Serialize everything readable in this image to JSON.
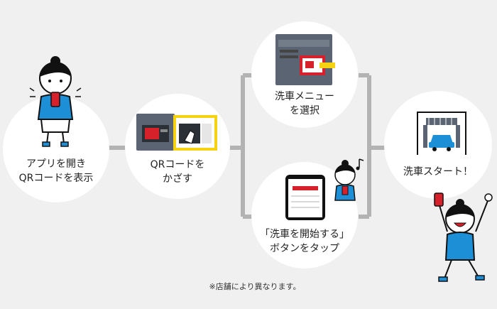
{
  "steps": [
    {
      "id": "step-1",
      "label": "アプリを開き\nQRコードを表示"
    },
    {
      "id": "step-2",
      "label": "QRコードを\nかざす"
    },
    {
      "id": "step-3a",
      "label": "洗車メニュー\nを選択"
    },
    {
      "id": "step-3b",
      "label": "「洗車を開始する」\nボタンをタップ"
    },
    {
      "id": "step-4",
      "label": "洗車スタート！"
    }
  ],
  "note": "※店舗により異なります。",
  "colors": {
    "background": "#f0f0f0",
    "circle": "#ffffff",
    "connector": "#b3b3b3",
    "accent_red": "#d6202a",
    "accent_yellow": "#f5d312",
    "person_blue": "#1d8fd6",
    "machine_gray": "#5a6472"
  },
  "icons": [
    "smartphone-icon",
    "car-wash-machine-icon",
    "car-wash-gate-icon",
    "music-note-icon"
  ]
}
